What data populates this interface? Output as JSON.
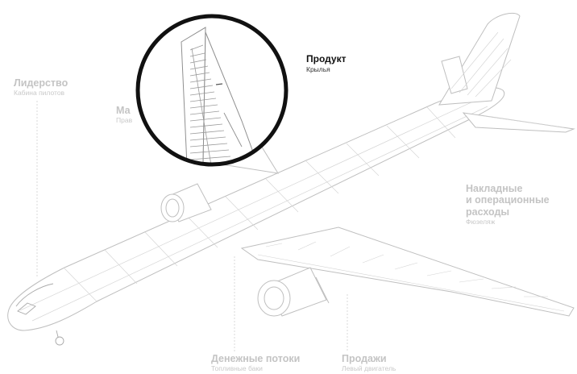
{
  "colors": {
    "line": "#bfbfbf",
    "line_dark": "#8f8f8f",
    "label_muted": "#c4c4c4",
    "label_active": "#111111",
    "magnifier_ring": "#111111"
  },
  "labels": {
    "product": {
      "title": "Продукт",
      "subtitle": "Крылья"
    },
    "leadership": {
      "title": "Лидерство",
      "subtitle": "Кабина пилотов"
    },
    "partial": {
      "title": "Ма",
      "subtitle": "Прав"
    },
    "overhead": {
      "line1": "Накладные",
      "line2": "и операционные",
      "line3": "расходы",
      "subtitle": "Фюзеляж"
    },
    "cashflow": {
      "title": "Денежные потоки",
      "subtitle": "Топливные баки"
    },
    "sales": {
      "title": "Продажи",
      "subtitle": "Левый двигатель"
    }
  },
  "icons": {
    "magnifier": "magnifier-lens-icon",
    "airplane": "airplane-cutaway-icon"
  }
}
